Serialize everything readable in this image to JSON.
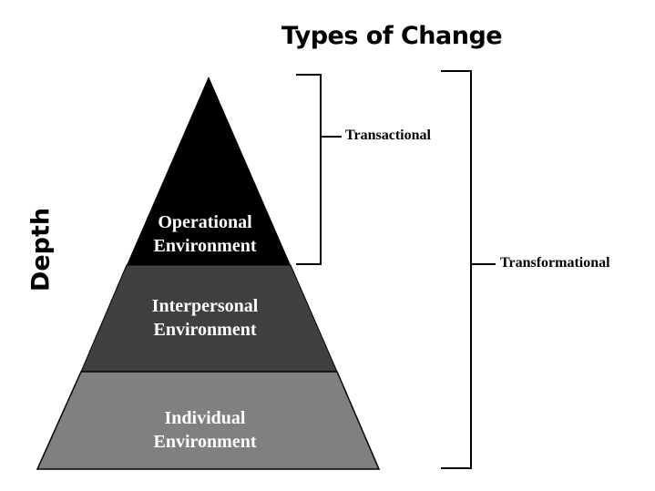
{
  "title": "Types of Change",
  "axis_label": "Depth",
  "layers": [
    {
      "line1": "Operational",
      "line2": "Environment",
      "color": "#000000"
    },
    {
      "line1": "Interpersonal",
      "line2": "Environment",
      "color": "#404040"
    },
    {
      "line1": "Individual",
      "line2": "Environment",
      "color": "#808080"
    }
  ],
  "brackets": {
    "inner": "Transactional",
    "outer": "Transformational"
  }
}
